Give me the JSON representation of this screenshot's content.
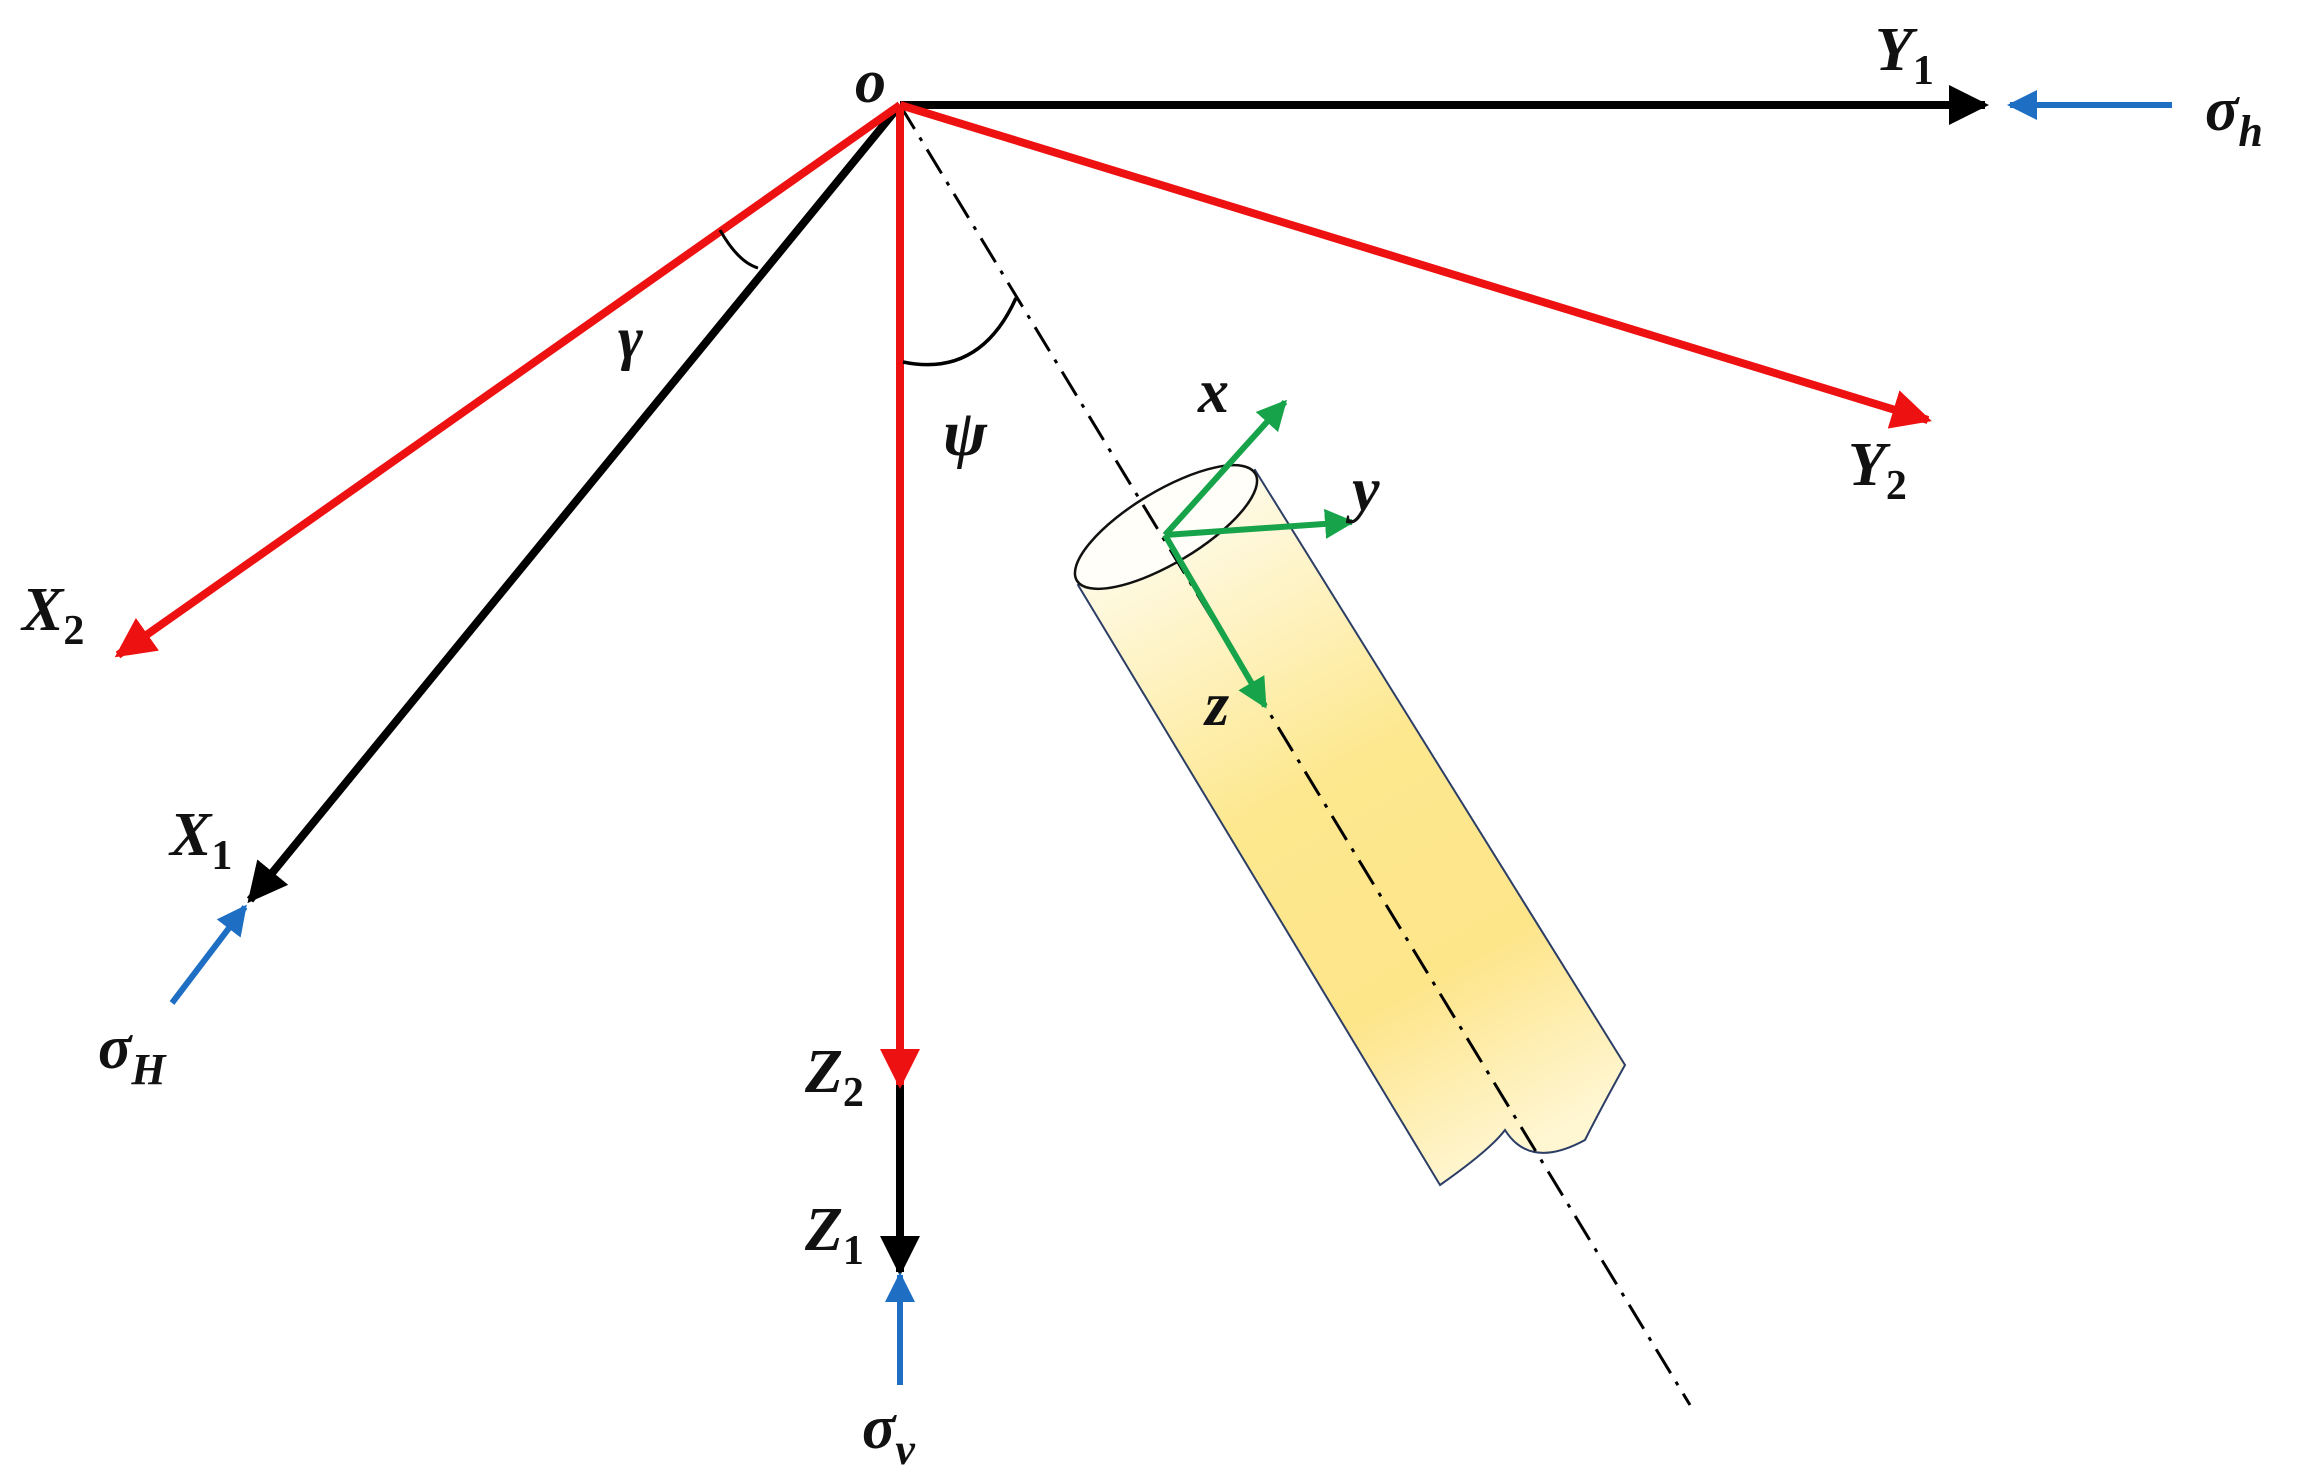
{
  "colors": {
    "global_axes": "#000000",
    "rotated_axes": "#ee1111",
    "local_axes": "#16a34a",
    "stress_arrows": "#1e6fc4",
    "wellbore_fill": "#fde68a",
    "borehole_axis": "#000000"
  },
  "labels": {
    "origin": "o",
    "y1": {
      "base": "Y",
      "sub": "1"
    },
    "x1": {
      "base": "X",
      "sub": "1"
    },
    "z1": {
      "base": "Z",
      "sub": "1"
    },
    "x2": {
      "base": "X",
      "sub": "2"
    },
    "y2": {
      "base": "Y",
      "sub": "2"
    },
    "z2": {
      "base": "Z",
      "sub": "2"
    },
    "gamma": "γ",
    "psi": "ψ",
    "local_x": "x",
    "local_y": "y",
    "local_z": "z",
    "sigma_h": {
      "base": "σ",
      "sub": "h"
    },
    "sigma_H": {
      "base": "σ",
      "sub": "H"
    },
    "sigma_v": {
      "base": "σ",
      "sub": "v"
    }
  },
  "icons": {
    "wellbore": "cylinder-wellbore-icon"
  }
}
